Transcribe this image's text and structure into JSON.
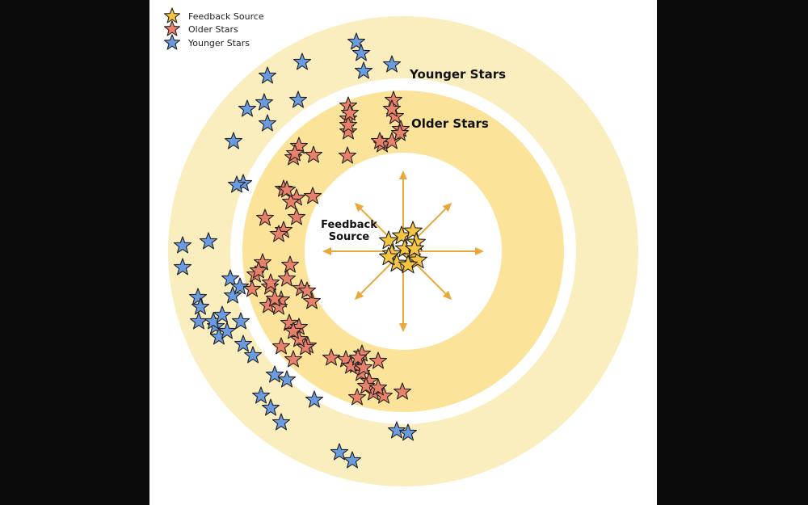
{
  "legend": {
    "items": [
      {
        "label": "Feedback Source",
        "color": "#f5c542"
      },
      {
        "label": "Older Stars",
        "color": "#e8806a"
      },
      {
        "label": "Younger Stars",
        "color": "#6a9be0"
      }
    ]
  },
  "labels": {
    "younger": "Younger Stars",
    "older": "Older Stars",
    "feedback_line1": "Feedback",
    "feedback_line2": "Source"
  },
  "colors": {
    "outer_ring": "#faedbe",
    "inner_ring": "#fbe49a",
    "arrow": "#e9a83a",
    "feedback": "#f5c542",
    "older": "#e8806a",
    "younger": "#6a9be0",
    "outline": "#222222"
  },
  "arrow_count": 8,
  "stars": {
    "feedback_count": 12,
    "older_count": 66,
    "younger_count": 40
  }
}
